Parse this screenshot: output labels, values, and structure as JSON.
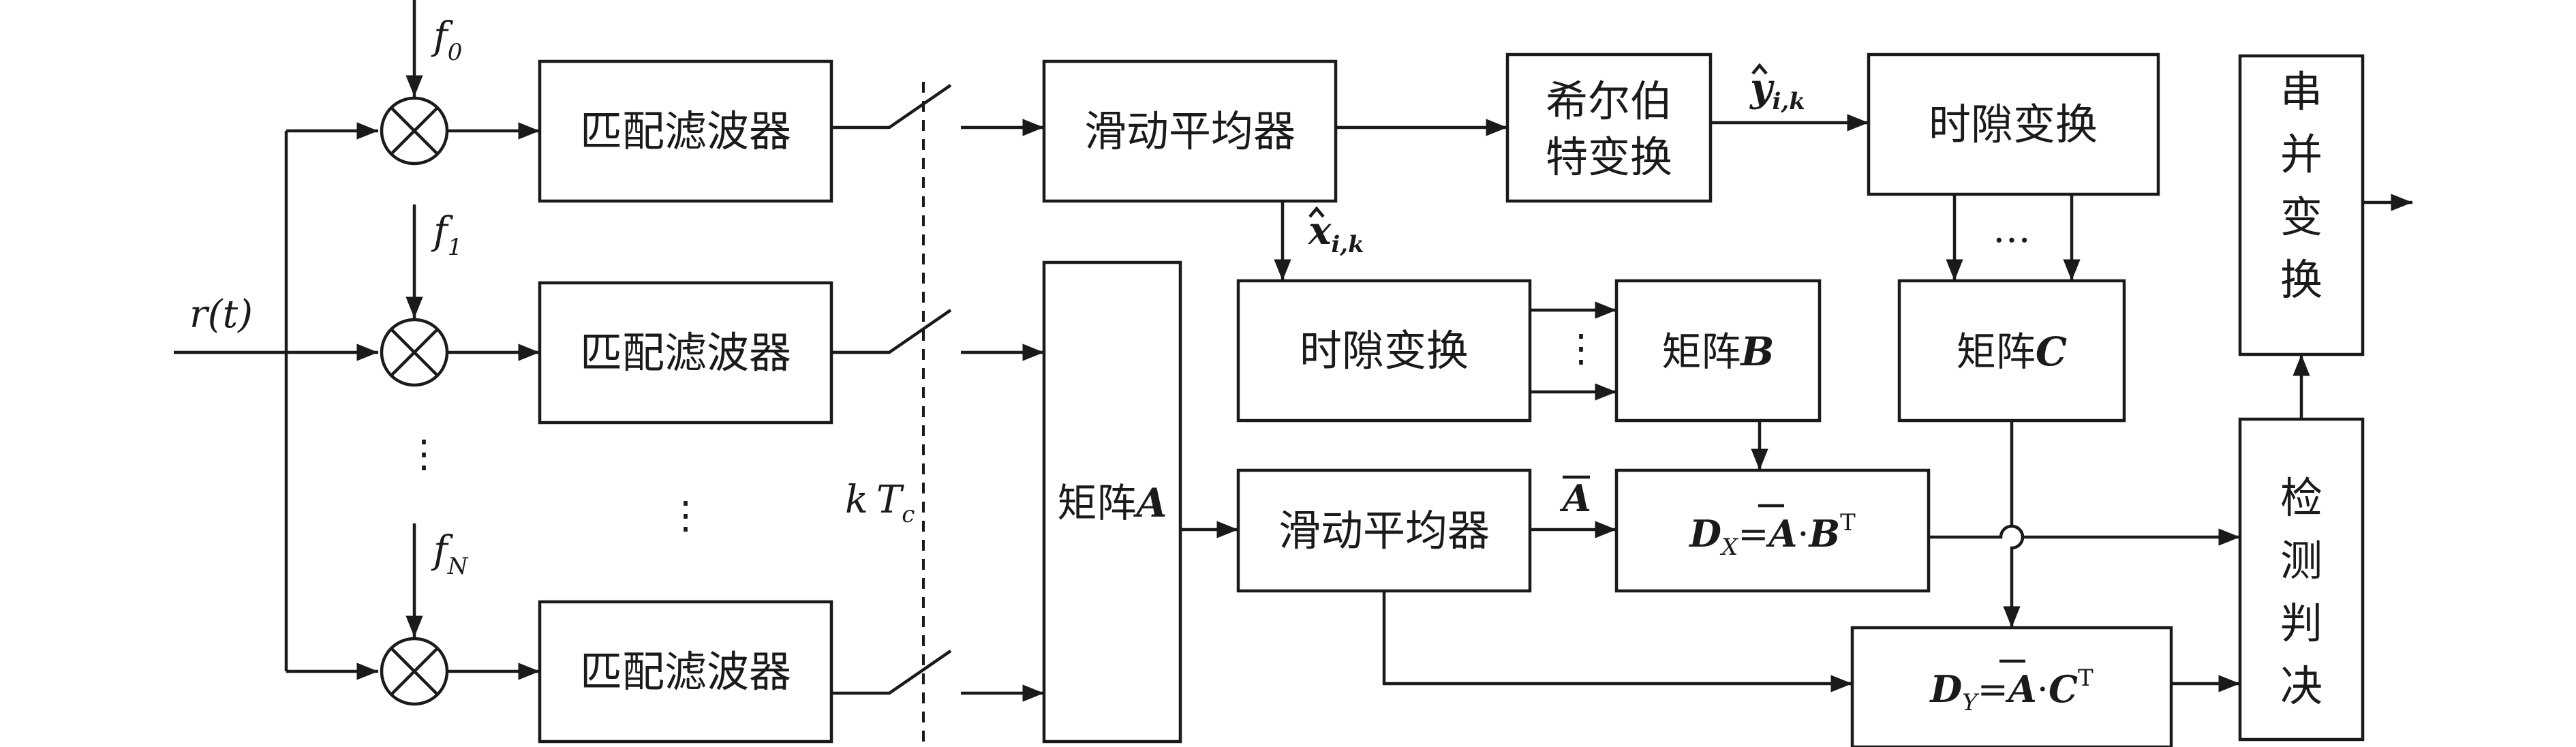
{
  "input": {
    "label": "r(t)"
  },
  "oscillators": [
    {
      "base": "f",
      "sub": "0"
    },
    {
      "base": "f",
      "sub": "1"
    },
    {
      "base": "f",
      "sub": "N"
    }
  ],
  "matched_filter_label": "匹配滤波器",
  "sampler_label": {
    "k": "k",
    "T": "T",
    "sub": "c"
  },
  "moving_average_label": "滑动平均器",
  "hilbert_label": {
    "line1": "希尔伯",
    "line2": "特变换"
  },
  "y_hat": {
    "base": "y",
    "sub": "i,k"
  },
  "x_hat": {
    "base": "x",
    "sub": "i,k"
  },
  "slot_transform_label": "时隙变换",
  "matrix_a": {
    "prefix": "矩阵",
    "sym": "A"
  },
  "matrix_b": {
    "prefix": "矩阵",
    "sym": "B"
  },
  "matrix_c": {
    "prefix": "矩阵",
    "sym": "C"
  },
  "a_bar": {
    "sym": "A"
  },
  "dx": {
    "D": "D",
    "sub": "X",
    "eq": "=",
    "A": "A",
    "dot": "·",
    "M": "B",
    "sup": "T"
  },
  "dy": {
    "D": "D",
    "sub": "Y",
    "eq": "=",
    "A": "A",
    "dot": "·",
    "M": "C",
    "sup": "T"
  },
  "serial_parallel_label": [
    "串",
    "并",
    "变",
    "换"
  ],
  "detection_label": [
    "检",
    "测",
    "判",
    "决"
  ],
  "ellipsis_h": "…",
  "ellipsis_v": "⋮"
}
